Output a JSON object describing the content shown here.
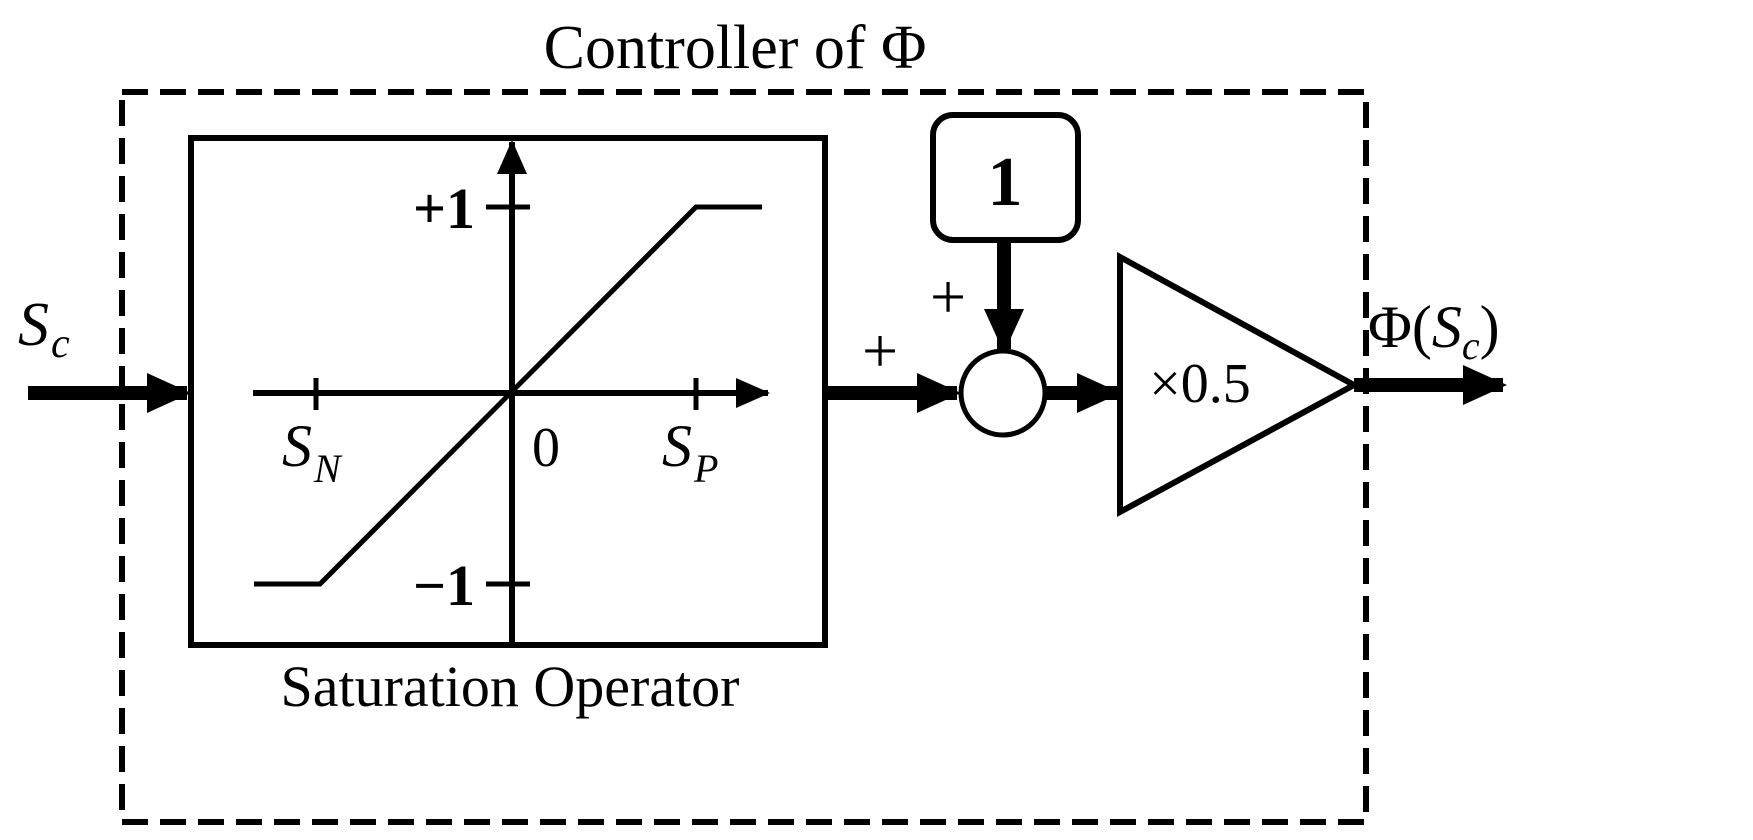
{
  "title": "Controller of Φ",
  "input_label": {
    "main": "S",
    "sub": "c"
  },
  "saturation": {
    "caption": "Saturation Operator",
    "y_pos_label": "+1",
    "y_neg_label": "−1",
    "origin_label": "0",
    "sn_label": {
      "main": "S",
      "sub": "N"
    },
    "sp_label": {
      "main": "S",
      "sub": "P"
    }
  },
  "sum": {
    "sign_left": "+",
    "sign_top": "+"
  },
  "constant": {
    "value": "1"
  },
  "gain": {
    "label": "×0.5"
  },
  "output_label": {
    "pre": "Φ(",
    "main": "S",
    "sub": "c",
    "post": ")"
  },
  "colors": {
    "stroke": "#000000",
    "background": "#ffffff"
  }
}
